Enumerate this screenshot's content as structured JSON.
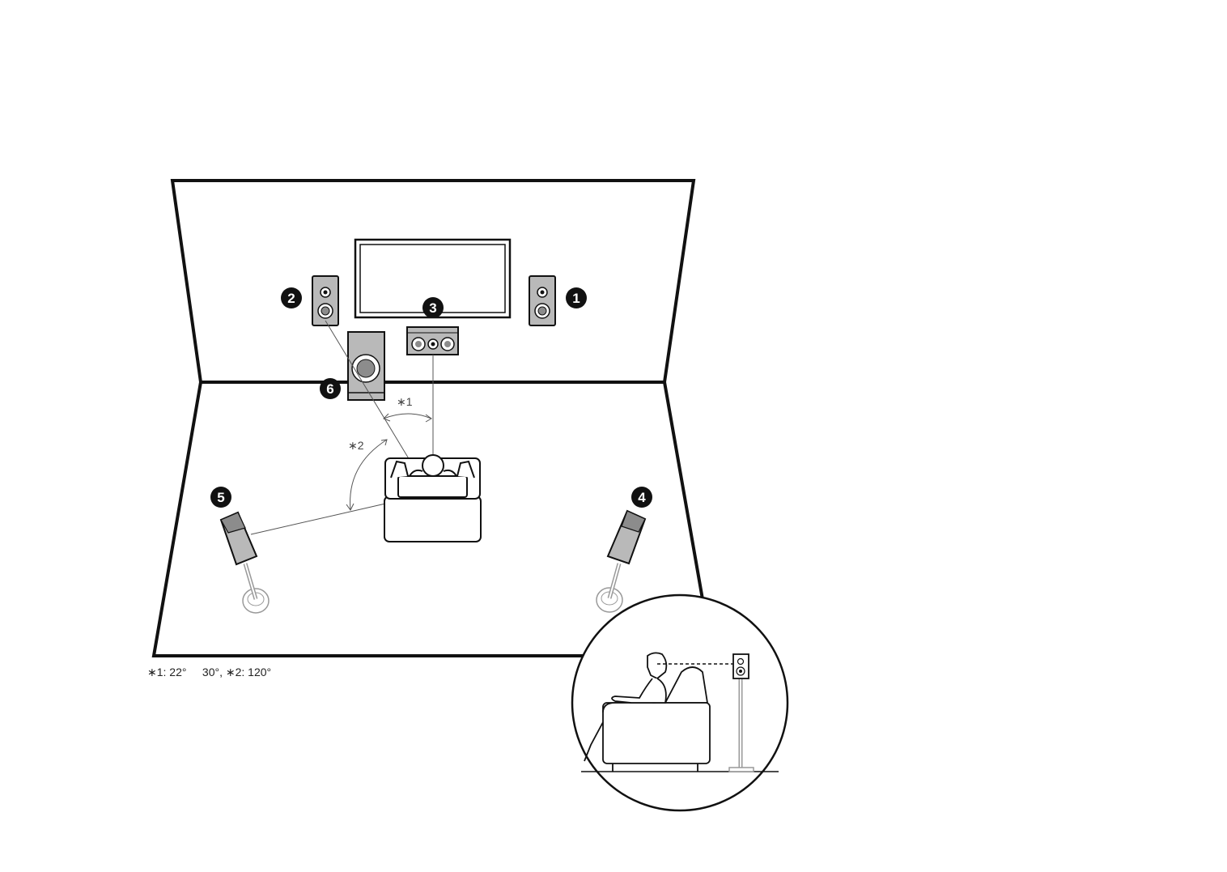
{
  "speakers": [
    {
      "id": "front-right",
      "badge": "1"
    },
    {
      "id": "front-left",
      "badge": "2"
    },
    {
      "id": "center",
      "badge": "3"
    },
    {
      "id": "surround-right",
      "badge": "4"
    },
    {
      "id": "surround-left",
      "badge": "5"
    },
    {
      "id": "subwoofer",
      "badge": "6"
    }
  ],
  "angles": {
    "mark1": "∗1",
    "mark2": "∗2"
  },
  "footnote": {
    "text": "∗1: 22°     30°, ∗2: 120°"
  },
  "colors": {
    "line": "#111111",
    "speaker_fill": "#b9b9b9",
    "speaker_dark": "#8c8c8c",
    "badge_fill": "#111111"
  }
}
